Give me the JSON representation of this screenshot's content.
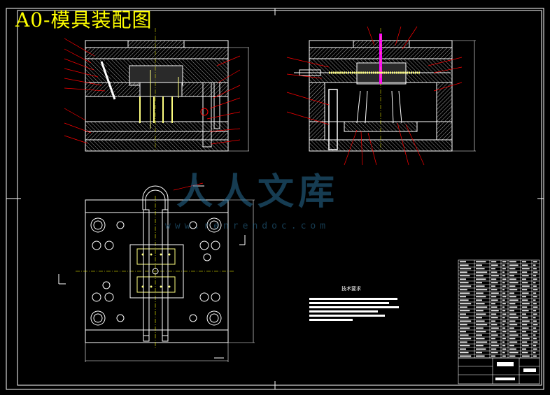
{
  "drawing": {
    "title": "A0-模具装配图",
    "watermark_brand": "人人文库",
    "watermark_url": "www.renrendoc.com",
    "notes_title": "技术要求"
  },
  "colors": {
    "background": "#000000",
    "frame": "#ffffff",
    "title": "#ffff00",
    "leaders": "#ff0000",
    "hatch": "#ffffff",
    "highlight_part": "#ff00ff",
    "watermark": "#2a6e96"
  },
  "views": {
    "front_section": "main-section-view",
    "side_section": "side-section-view",
    "plan": "plan-view"
  },
  "title_block": {
    "rows_bom": 28,
    "cols_bom": 6
  }
}
